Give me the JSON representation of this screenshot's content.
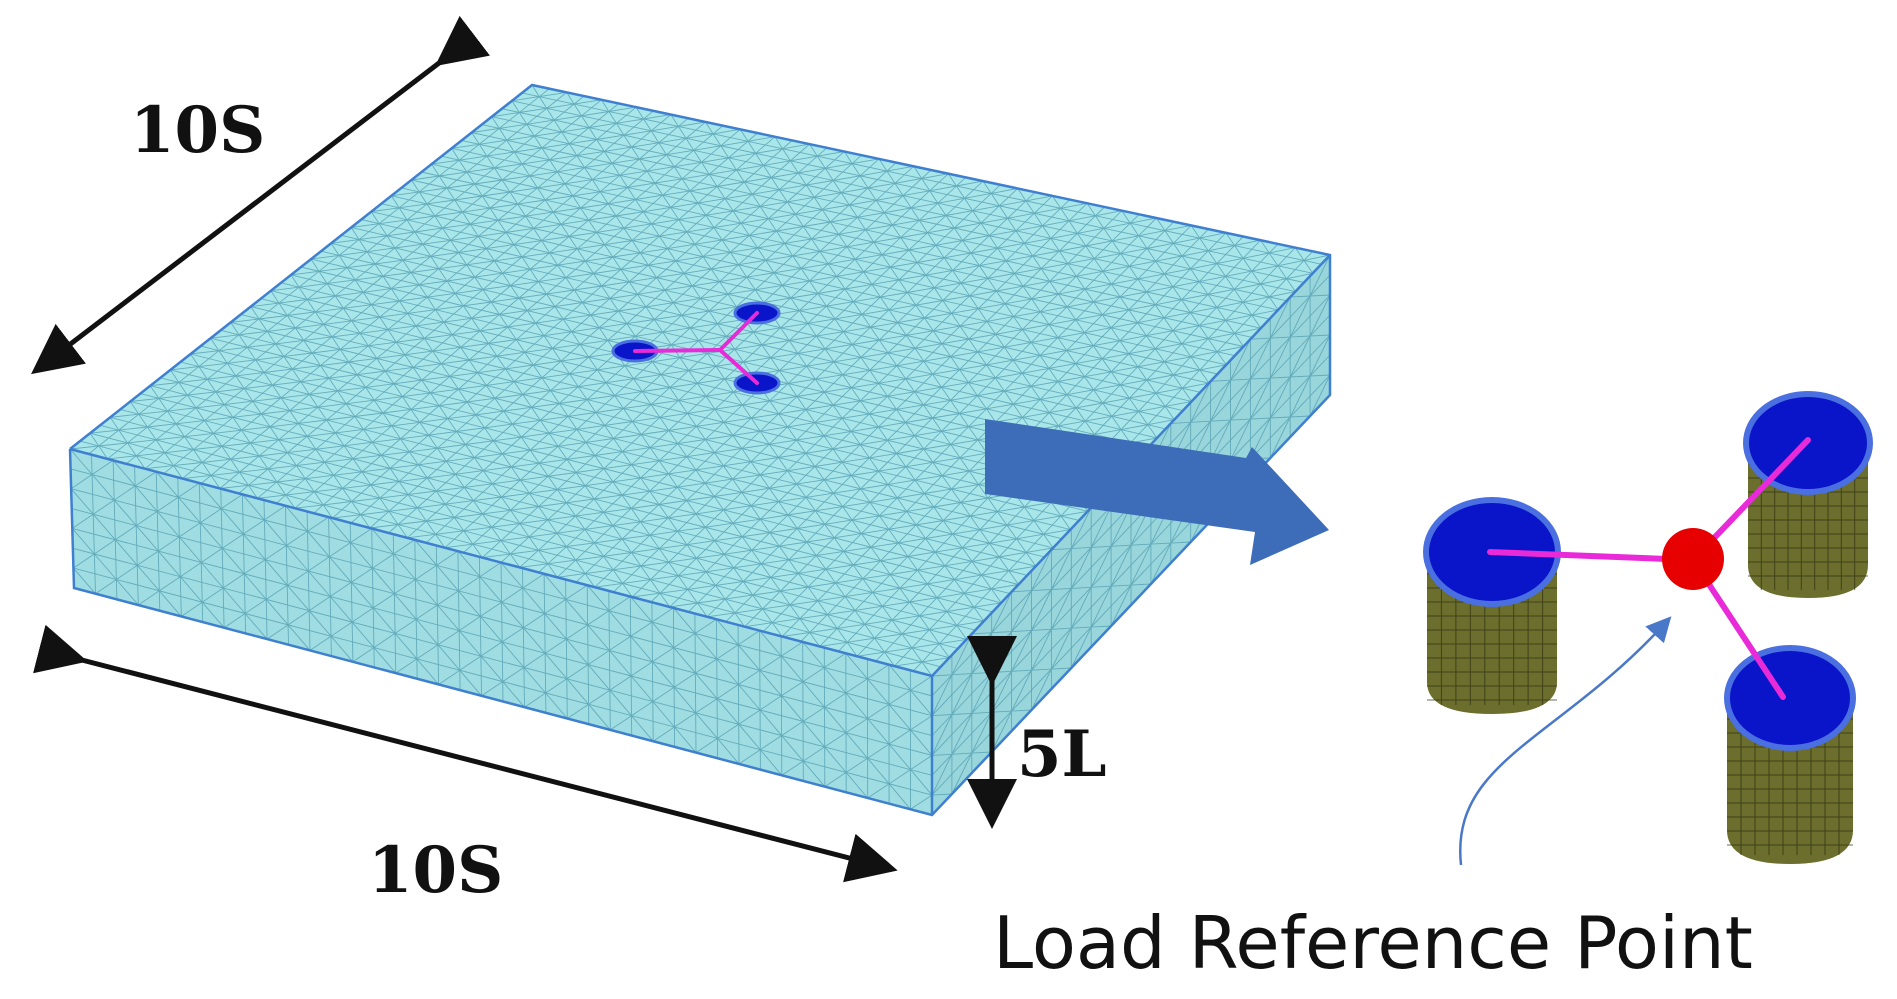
{
  "labels": {
    "top_width": "10S",
    "bottom_width": "10S",
    "thickness": "5L",
    "caption": "Load Reference Point"
  },
  "colors": {
    "mesh_fill": "#a8e6ea",
    "mesh_side_fill": "#9fdde2",
    "mesh_lines": "#5aa3b4",
    "mesh_edge": "#3f7fd0",
    "pile_top": "#0a14c8",
    "pile_rim": "#4a6fe0",
    "pile_body": "#6b6e2c",
    "pile_body_lines": "#2d3010",
    "connector": "#e82ad8",
    "reference_point": "#e60000",
    "zoom_arrow": "#3d6cb8",
    "pointer_arrow": "#4a78c8",
    "dimension_arrows": "#111111"
  },
  "icons": {
    "zoom_arrow": "block-arrow-right",
    "pointer_arrow": "curved-arrow-up"
  }
}
